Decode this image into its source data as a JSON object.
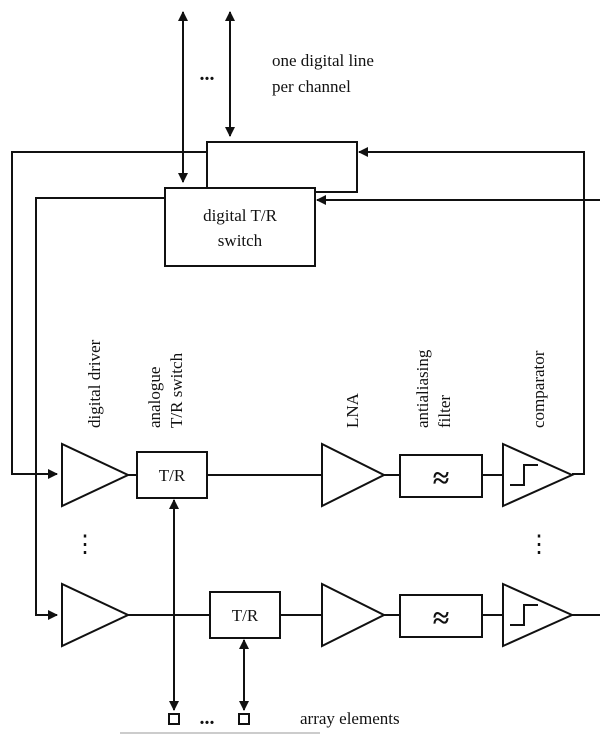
{
  "labels": {
    "top_note_line1": "one digital line",
    "top_note_line2": "per channel",
    "digital_tr_line1": "digital T/R",
    "digital_tr_line2": "switch",
    "digital_driver": "digital driver",
    "analogue_line1": "analogue",
    "analogue_line2": "T/R switch",
    "lna": "LNA",
    "antialiasing_line1": "antialiasing",
    "antialiasing_line2": "filter",
    "comparator": "comparator",
    "tr_box": "T/R",
    "array_elements": "array elements",
    "ellipsis_h": "...",
    "ellipsis_v": "⋮",
    "filter_symbol": "≈"
  }
}
